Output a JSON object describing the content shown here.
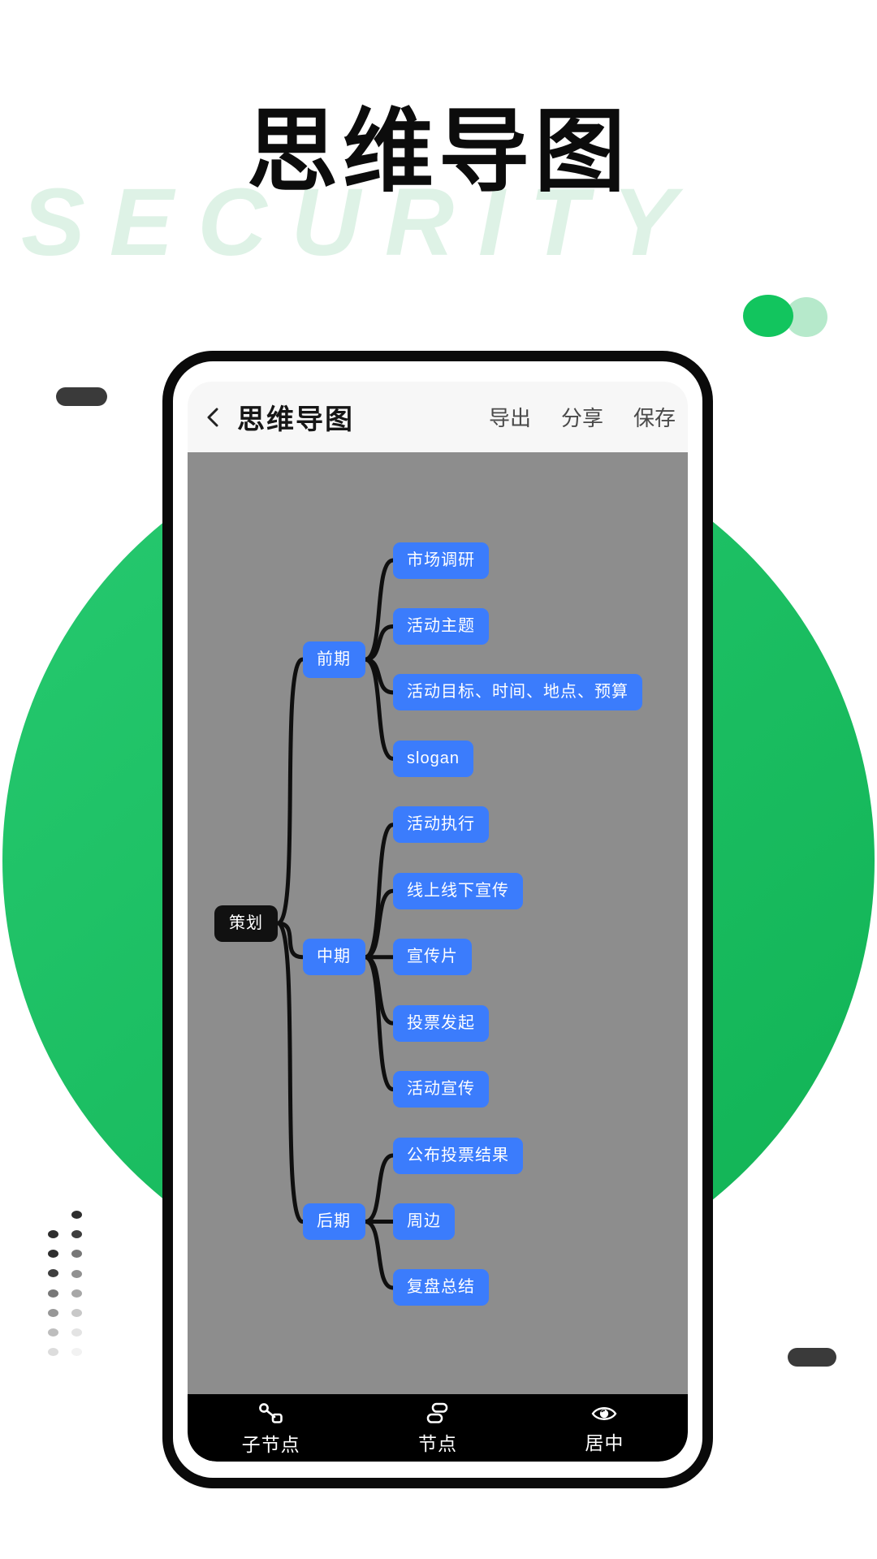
{
  "hero": {
    "title": "思维导图",
    "watermark": "SECURITY"
  },
  "phone": {
    "header": {
      "back_icon": "chevron-left",
      "title": "思维导图",
      "actions": {
        "export": "导出",
        "share": "分享",
        "save": "保存"
      }
    },
    "mindmap": {
      "root": "策划",
      "branches": [
        {
          "label": "前期",
          "children": [
            "市场调研",
            "活动主题",
            "活动目标、时间、地点、预算",
            "slogan"
          ]
        },
        {
          "label": "中期",
          "children": [
            "活动执行",
            "线上线下宣传",
            "宣传片",
            "投票发起",
            "活动宣传"
          ]
        },
        {
          "label": "后期",
          "children": [
            "公布投票结果",
            "周边",
            "复盘总结"
          ]
        }
      ]
    },
    "toolbar": [
      {
        "icon": "subnode-icon",
        "label": "子节点"
      },
      {
        "icon": "node-icon",
        "label": "节点"
      },
      {
        "icon": "center-eye-icon",
        "label": "居中"
      }
    ]
  },
  "colors": {
    "node_blue": "#3b7cfc",
    "root_black": "#111111",
    "canvas_gray": "#8d8d8d",
    "edge_black": "#0f0f0f",
    "brand_green": "#12c55e",
    "brand_green_light": "#b6e9cb",
    "watermark_green": "#def2e6"
  }
}
